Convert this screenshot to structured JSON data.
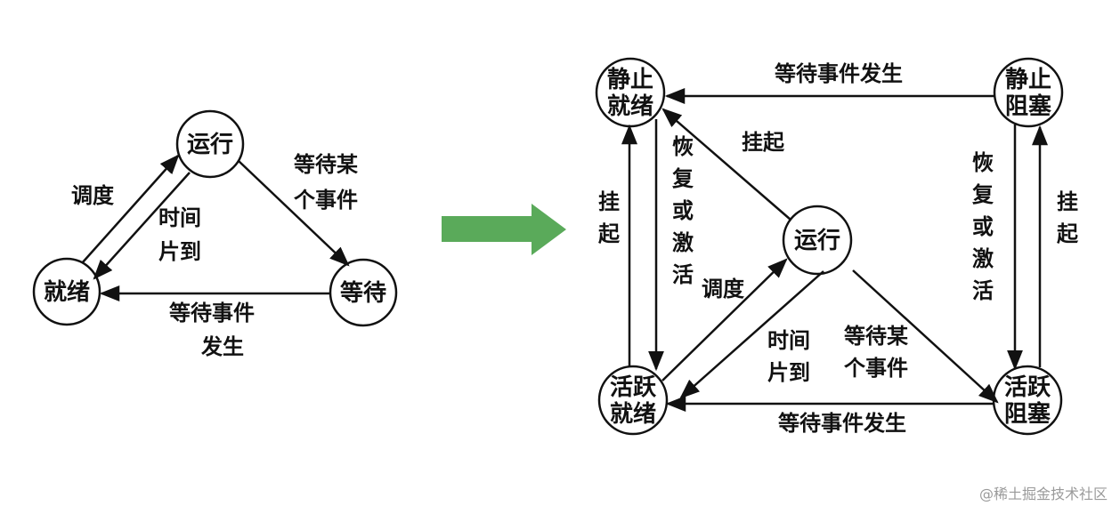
{
  "left_diagram": {
    "nodes": {
      "running": "运行",
      "ready": "就绪",
      "waiting": "等待"
    },
    "edges": {
      "schedule": "调度",
      "time_slice": [
        "时间",
        "片到"
      ],
      "wait_event": [
        "等待某",
        "个事件"
      ],
      "event_occurs": [
        "等待事件",
        "发生"
      ]
    }
  },
  "right_diagram": {
    "nodes": {
      "static_ready": [
        "静止",
        "就绪"
      ],
      "static_blocked": [
        "静止",
        "阻塞"
      ],
      "running": "运行",
      "active_ready": [
        "活跃",
        "就绪"
      ],
      "active_blocked": [
        "活跃",
        "阻塞"
      ]
    },
    "edges": {
      "top_event": "等待事件发生",
      "suspend_from_running": "挂起",
      "suspend_left": [
        "挂",
        "起"
      ],
      "resume_left": [
        "恢",
        "复",
        "或",
        "激",
        "活"
      ],
      "resume_right": [
        "恢",
        "复",
        "或",
        "激",
        "活"
      ],
      "suspend_right": [
        "挂",
        "起"
      ],
      "schedule": "调度",
      "time_slice": [
        "时间",
        "片到"
      ],
      "wait_event": [
        "等待某",
        "个事件"
      ],
      "bottom_event": "等待事件发生"
    }
  },
  "arrow_color": "#5aaa5a",
  "watermark": "@稀土掘金技术社区"
}
